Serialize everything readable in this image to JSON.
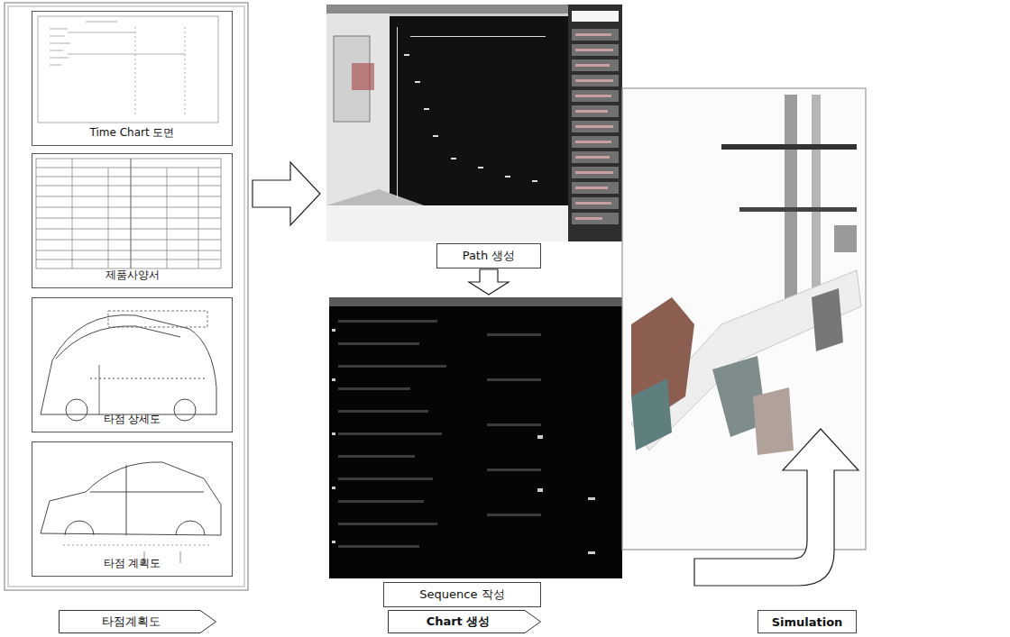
{
  "diagram": {
    "nodes": [
      {
        "text": [
          "Time Chart 도면"
        ]
      },
      {
        "text": [
          "제품사양서"
        ]
      },
      {
        "text": [
          "타점 상세도"
        ]
      },
      {
        "text": [
          "타점 계획도"
        ]
      },
      {
        "text": [
          "Path 생성"
        ]
      },
      {
        "text": [
          "Sequence 작성"
        ]
      },
      {
        "text": [
          "타점계획도"
        ]
      },
      {
        "text": [
          "Chart 생성"
        ]
      },
      {
        "text": [
          "Simulation"
        ]
      }
    ],
    "edges": [
      {
        "from": 4,
        "to": 5,
        "arrow": "to"
      }
    ]
  }
}
